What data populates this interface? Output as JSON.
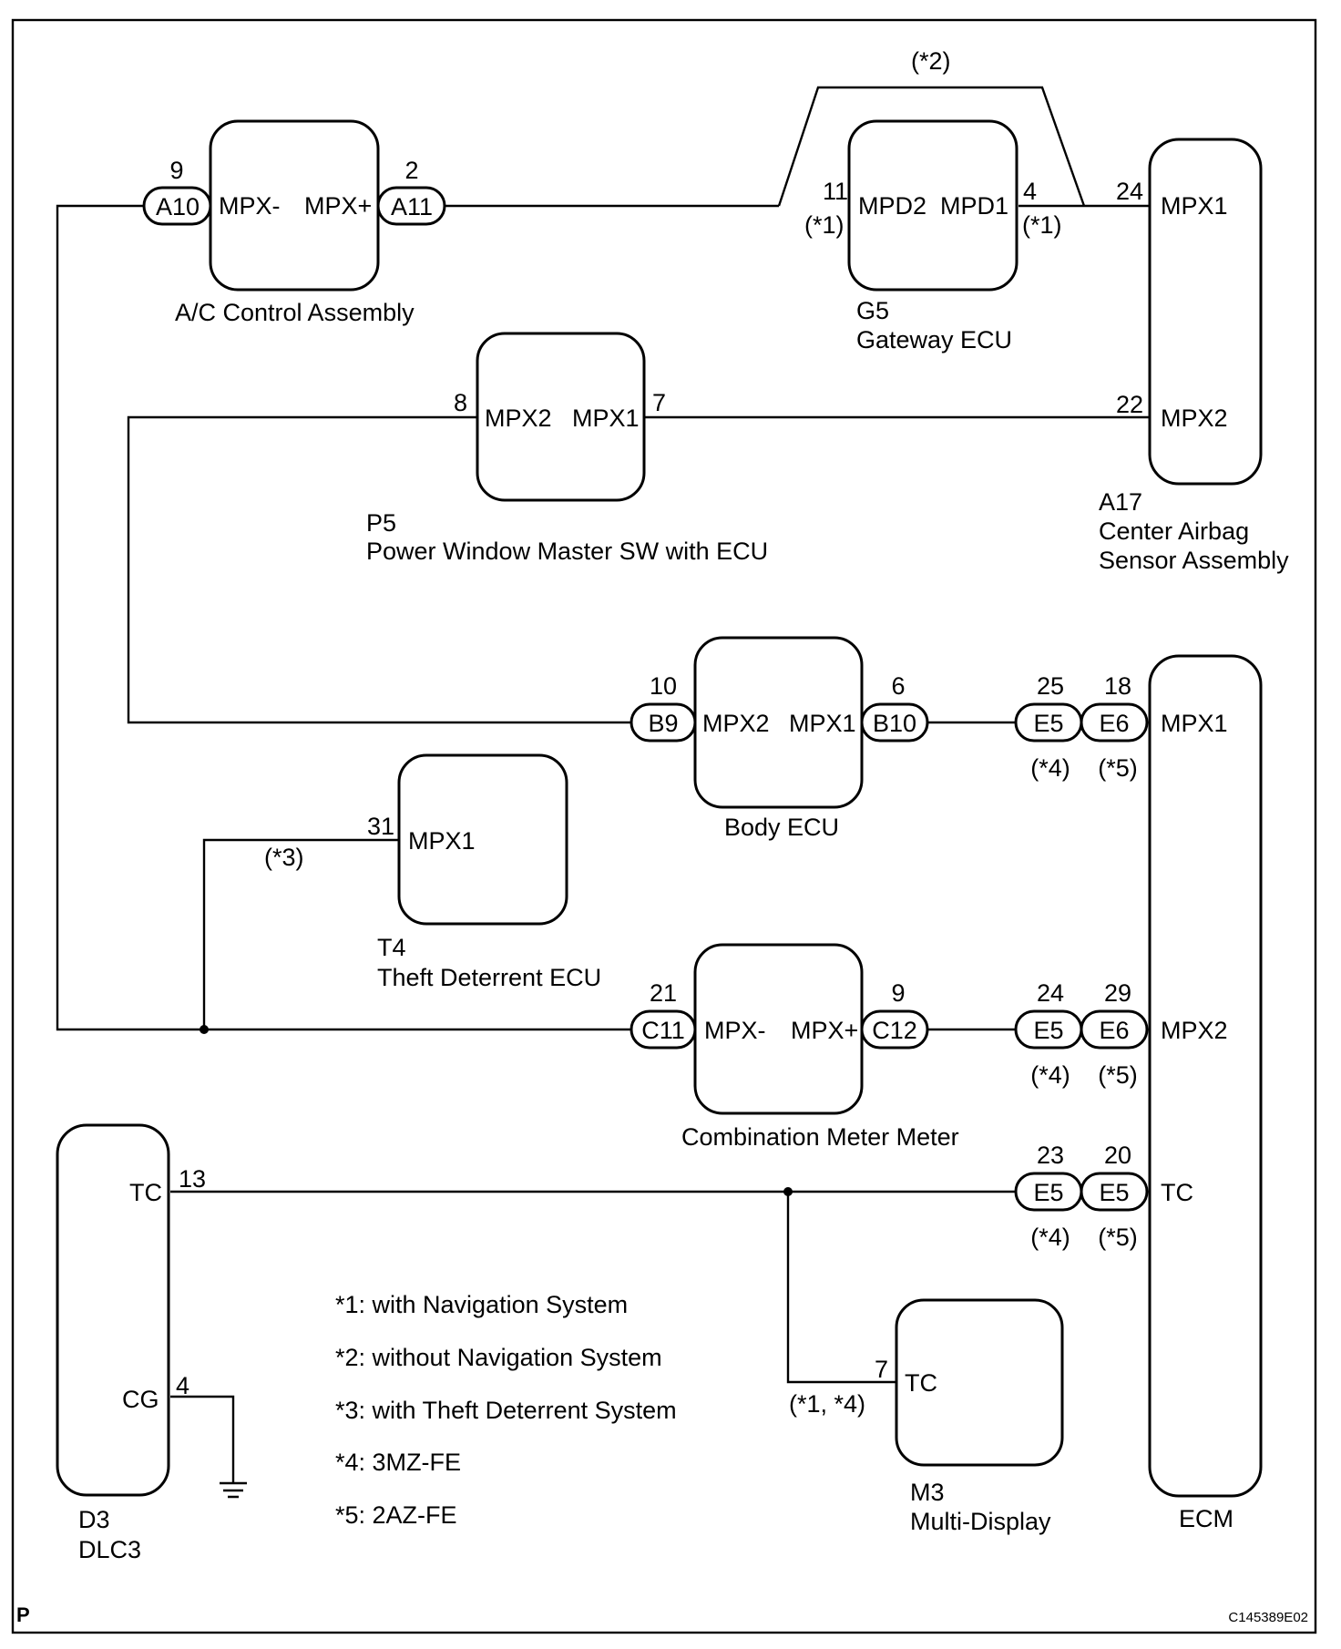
{
  "components": [
    {
      "id": "ac",
      "pins": [
        "MPX-",
        "MPX+"
      ],
      "name": "A/C Control Assembly"
    },
    {
      "id": "gateway",
      "pins": [
        "MPD2",
        "MPD1"
      ],
      "code": "G5",
      "name": "Gateway ECU"
    },
    {
      "id": "airbag",
      "pins": [
        "MPX1",
        "MPX2"
      ],
      "code": "A17",
      "name_lines": [
        "Center Airbag",
        "Sensor Assembly"
      ]
    },
    {
      "id": "pwindow",
      "pins": [
        "MPX2",
        "MPX1"
      ],
      "code": "P5",
      "name": "Power Window Master SW with ECU"
    },
    {
      "id": "body",
      "pins": [
        "MPX2",
        "MPX1"
      ],
      "name": "Body ECU"
    },
    {
      "id": "theft",
      "pins": [
        "MPX1"
      ],
      "code": "T4",
      "name": "Theft Deterrent ECU"
    },
    {
      "id": "meter",
      "pins": [
        "MPX-",
        "MPX+"
      ],
      "name": "Combination Meter Meter"
    },
    {
      "id": "ecm",
      "pins": [
        "MPX1",
        "MPX2",
        "TC"
      ],
      "name": "ECM"
    },
    {
      "id": "dlc3",
      "pins": [
        "TC",
        "CG"
      ],
      "code": "D3",
      "name": "DLC3"
    },
    {
      "id": "multi",
      "pins": [
        "TC"
      ],
      "code": "M3",
      "name": "Multi-Display"
    }
  ],
  "connectors": [
    {
      "label": "A10",
      "pin": "9"
    },
    {
      "label": "A11",
      "pin": "2"
    },
    {
      "label": "B9",
      "pin": "10"
    },
    {
      "label": "B10",
      "pin": "6"
    },
    {
      "label": "C11",
      "pin": "21"
    },
    {
      "label": "C12",
      "pin": "9"
    },
    {
      "label": "E5",
      "pin": "25",
      "note": "(*4)"
    },
    {
      "label": "E6",
      "pin": "18",
      "note": "(*5)"
    },
    {
      "label": "E5",
      "pin": "24",
      "note": "(*4)"
    },
    {
      "label": "E6",
      "pin": "29",
      "note": "(*5)"
    },
    {
      "label": "E5",
      "pin": "23",
      "note": "(*4)"
    },
    {
      "label": "E5",
      "pin": "20",
      "note": "(*5)"
    }
  ],
  "pin_numbers": {
    "gw_in": "11",
    "gw_out": "4",
    "airbag_mpx1": "24",
    "airbag_mpx2": "22",
    "pw_in": "8",
    "pw_out": "7",
    "theft_in": "31",
    "dlc_tc": "13",
    "dlc_cg": "4",
    "multi_tc": "7"
  },
  "conditions": {
    "gw_in": "(*1)",
    "gw_out": "(*1)",
    "bypass": "(*2)",
    "theft": "(*3)",
    "multi": "(*1, *4)"
  },
  "notes": [
    "*1: with Navigation System",
    "*2: without Navigation System",
    "*3: with Theft Deterrent System",
    "*4: 3MZ-FE",
    "*5: 2AZ-FE"
  ],
  "footer": {
    "left": "P",
    "right": "C145389E02"
  }
}
